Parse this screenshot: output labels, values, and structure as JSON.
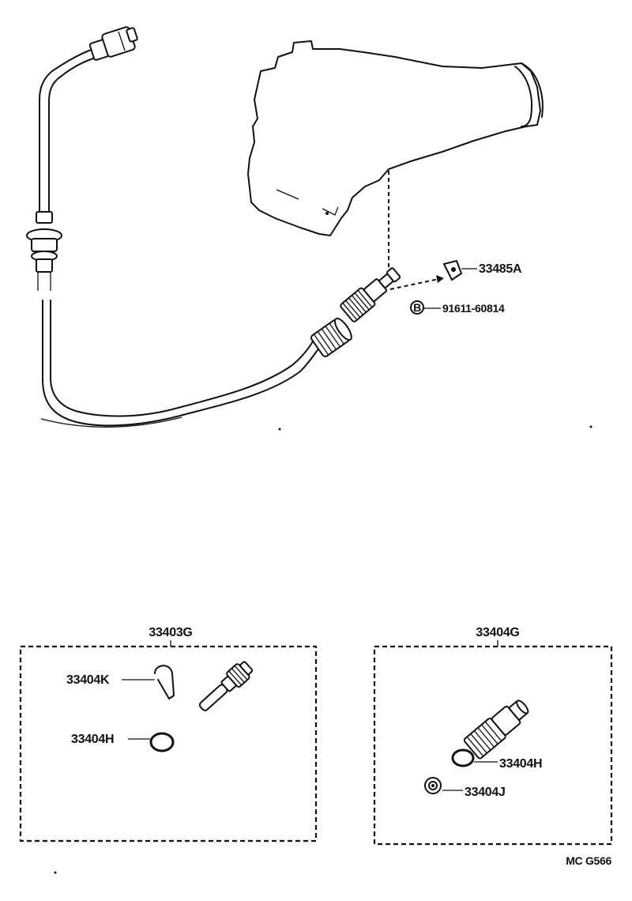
{
  "parts": {
    "gear_cover": "33485A",
    "bolt": "91611-60814",
    "bolt_symbol": "B",
    "kit_left": "33403G",
    "clip": "33404K",
    "oring_left": "33404H",
    "kit_right": "33404G",
    "oring_right": "33404H",
    "oil_seal": "33404J"
  },
  "footer": {
    "code": "MC  G566"
  },
  "icons": {
    "transmission": "transmission-housing-icon",
    "cable": "speedometer-cable-icon",
    "driven_gear": "driven-gear-sleeve-icon",
    "clip": "clip-icon",
    "oring": "o-ring-icon",
    "oil_seal": "oil-seal-icon",
    "connector": "cable-connector-icon",
    "grommet": "grommet-icon"
  }
}
